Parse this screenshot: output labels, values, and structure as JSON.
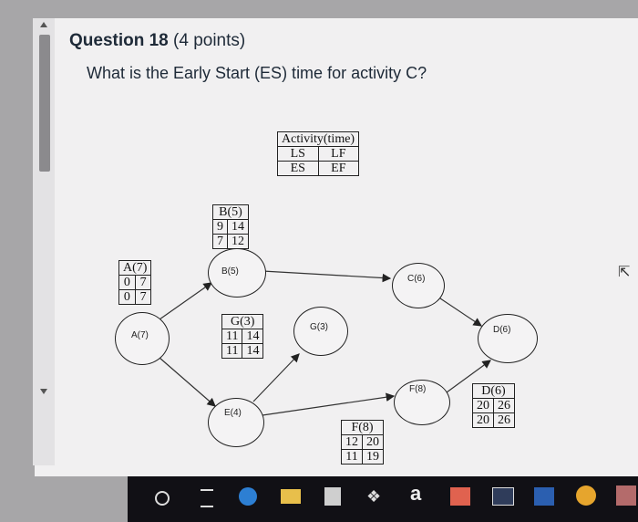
{
  "question": {
    "title": "Question 18",
    "points": "(4 points)",
    "prompt": "What is the Early Start (ES) time for activity C?"
  },
  "legend": {
    "header": "Activity(time)",
    "r1c1": "LS",
    "r1c2": "LF",
    "r2c1": "ES",
    "r2c2": "EF"
  },
  "nodes": {
    "a": "A(7)",
    "b": "B(5)",
    "c": "C(6)",
    "d": "D(6)",
    "e": "E(4)",
    "f": "F(8)",
    "g": "G(3)"
  },
  "tables": {
    "a": {
      "name": "A(7)",
      "ls": "0",
      "lf": "7",
      "es": "0",
      "ef": "7"
    },
    "b": {
      "name": "B(5)",
      "ls": "9",
      "lf": "14",
      "es": "7",
      "ef": "12"
    },
    "g": {
      "name": "G(3)",
      "ls": "11",
      "lf": "14",
      "es": "11",
      "ef": "14"
    },
    "f": {
      "name": "F(8)",
      "ls": "12",
      "lf": "20",
      "es": "11",
      "ef": "19"
    },
    "d": {
      "name": "D(6)",
      "ls": "20",
      "lf": "26",
      "es": "20",
      "ef": "26"
    }
  },
  "taskbar": {
    "icons": [
      "search-circle",
      "task-view",
      "edge",
      "file-explorer",
      "store",
      "dropbox",
      "amazon",
      "word",
      "mail",
      "word-doc",
      "chrome",
      "photo"
    ]
  }
}
